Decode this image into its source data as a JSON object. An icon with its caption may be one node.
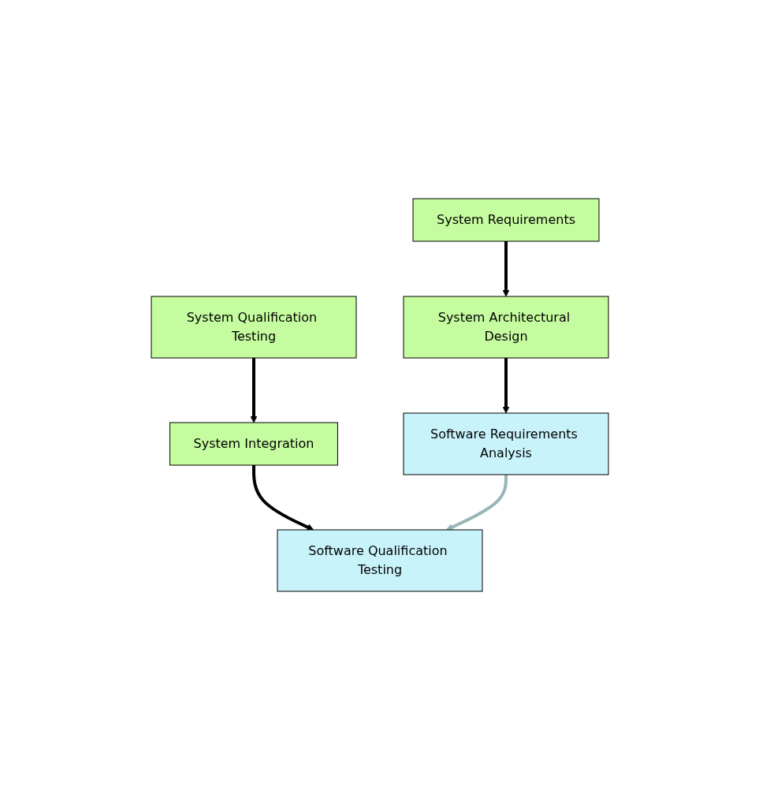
{
  "diagram": {
    "nodes": [
      {
        "text": [
          "System Requirements"
        ]
      },
      {
        "text": [
          "System Qualification Testing"
        ]
      },
      {
        "text": [
          "System Architectural Design"
        ]
      },
      {
        "text": [
          "System Integration"
        ]
      },
      {
        "text": [
          "Software Requirements Analysis"
        ]
      },
      {
        "text": [
          "Software Qualification Testing"
        ]
      }
    ],
    "edges": [
      {
        "from": 0,
        "to": 2,
        "arrow": "to"
      },
      {
        "from": 2,
        "to": 4,
        "arrow": "to"
      },
      {
        "from": 1,
        "to": 3,
        "arrow": "to"
      },
      {
        "from": 3,
        "to": 5,
        "arrow": "to"
      },
      {
        "from": 4,
        "to": 5,
        "arrow": "to",
        "color": "#9ab5b9"
      }
    ]
  }
}
